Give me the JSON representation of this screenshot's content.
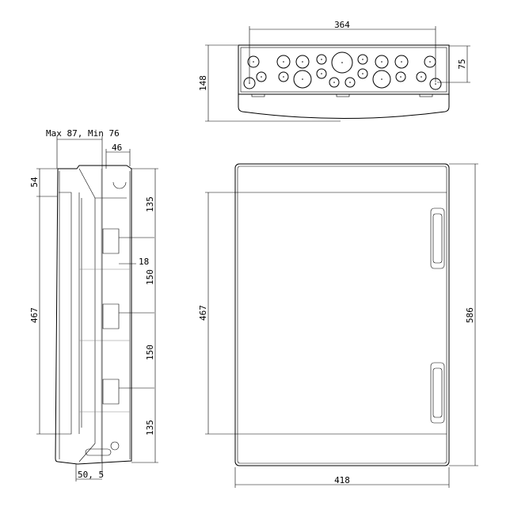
{
  "dimensions": {
    "top_width": "364",
    "top_depth": "148",
    "top_hole_offset": "75",
    "side_depth_range": "Max 87, Min 76",
    "side_46": "46",
    "side_54": "54",
    "side_135_top": "135",
    "side_18": "18",
    "side_150_a": "150",
    "side_150_b": "150",
    "side_135_bottom": "135",
    "side_467": "467",
    "side_50_5": "50, 5",
    "front_467": "467",
    "front_586": "586",
    "front_418": "418"
  }
}
